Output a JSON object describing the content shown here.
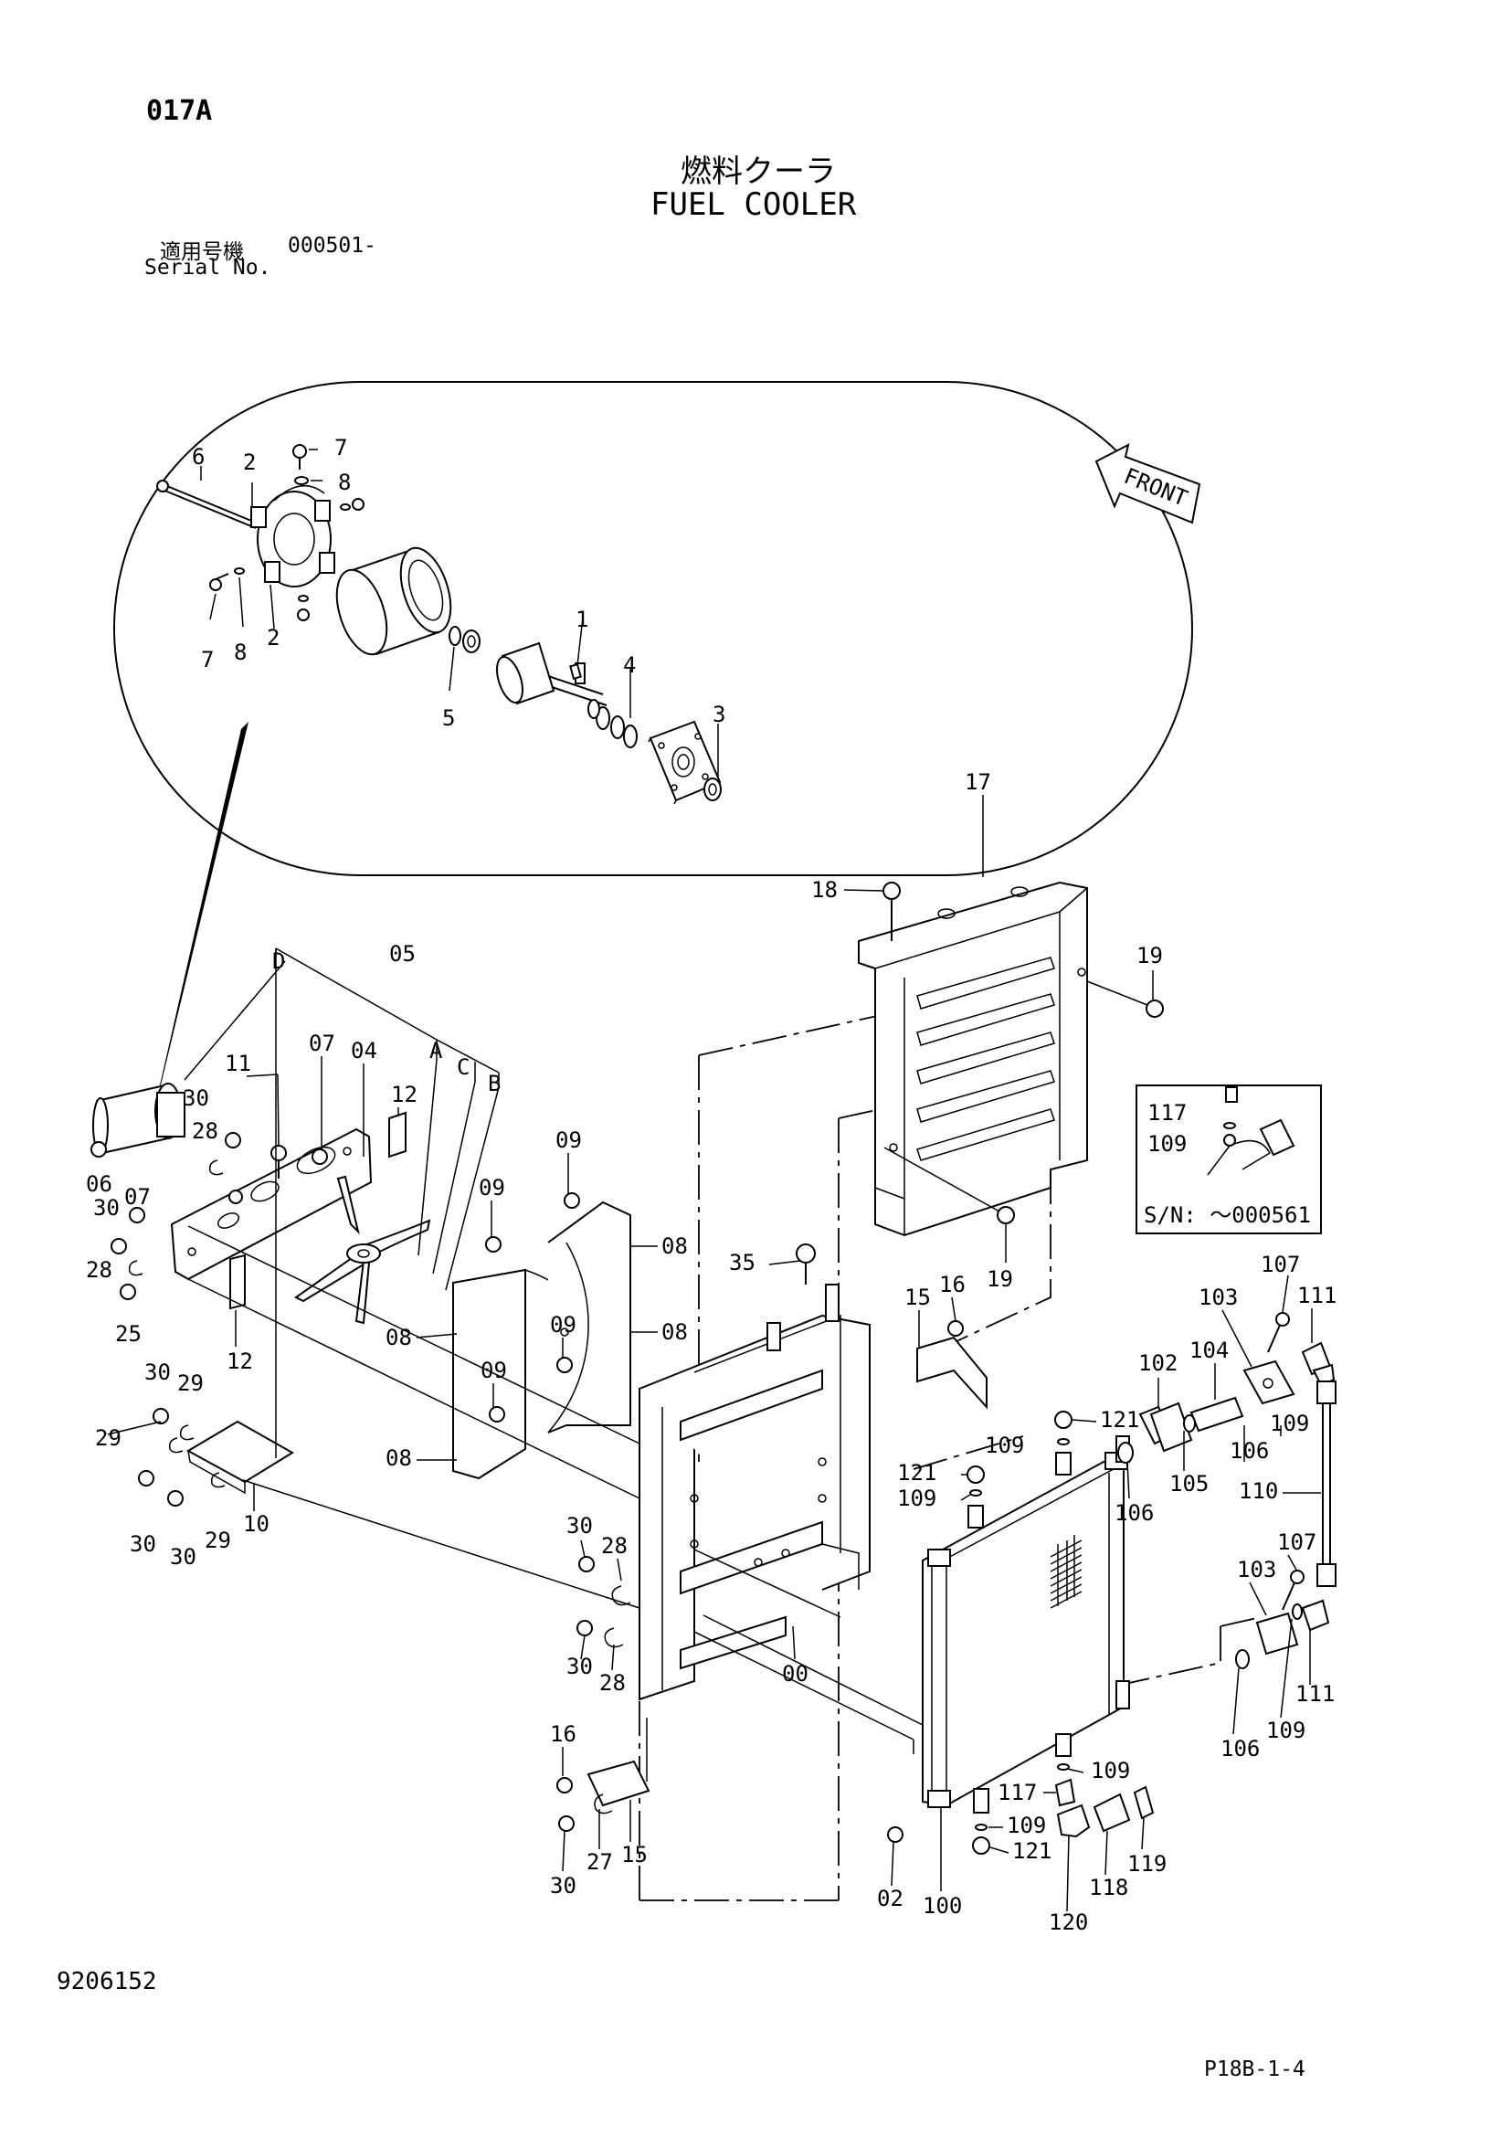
{
  "page_code": "017A",
  "title_jp": "燃料クーラ",
  "title_en": "FUEL COOLER",
  "serial_label_jp": "適用号機",
  "serial_value": "000501-",
  "serial_label_en": "Serial No.",
  "inset_serial": "S/N: ～000561",
  "front_label": "FRONT",
  "doc_number": "9206152",
  "page_ref": "P18B-1-4",
  "callouts": {
    "c1": "1",
    "c2a": "2",
    "c2b": "2",
    "c3": "3",
    "c4": "4",
    "c5": "5",
    "c6": "6",
    "c7a": "7",
    "c7b": "7",
    "c8a": "8",
    "c8b": "8",
    "c17": "17",
    "c18": "18",
    "c19a": "19",
    "c19b": "19",
    "c05": "05",
    "cD": "D",
    "cA": "A",
    "cC": "C",
    "cB": "B",
    "c07a": "07",
    "c04": "04",
    "c11": "11",
    "c30a": "30",
    "c28a": "28",
    "c12a": "12",
    "c06": "06",
    "c30b": "30",
    "c07b": "07",
    "c28b": "28",
    "c25": "25",
    "c12b": "12",
    "c30c": "30",
    "c29a": "29",
    "c29b": "29",
    "c30d": "30",
    "c30e": "30",
    "c29c": "29",
    "c10": "10",
    "c09a": "09",
    "c09b": "09",
    "c08a": "08",
    "c09c": "09",
    "c08b": "08",
    "c08c": "08",
    "c09d": "09",
    "c08d": "08",
    "c35": "35",
    "c15a": "15",
    "c16a": "16",
    "c117a": "117",
    "c109a": "109",
    "c107a": "107",
    "c103a": "103",
    "c111a": "111",
    "c102": "102",
    "c104": "104",
    "c121a": "121",
    "c109b": "109",
    "c106a": "106",
    "c109c": "109",
    "c105": "105",
    "c121b": "121",
    "c109d": "109",
    "c106b": "106",
    "c110": "110",
    "c30f": "30",
    "c28c": "28",
    "c30g": "30",
    "c28d": "28",
    "c00": "00",
    "c107b": "107",
    "c103b": "103",
    "c111b": "111",
    "c106c": "106",
    "c109e": "109",
    "c16b": "16",
    "c30h": "30",
    "c27": "27",
    "c15b": "15",
    "c109f": "109",
    "c117b": "117",
    "c109g": "109",
    "c121c": "121",
    "c02": "02",
    "c100": "100",
    "c120": "120",
    "c118": "118",
    "c119": "119"
  }
}
